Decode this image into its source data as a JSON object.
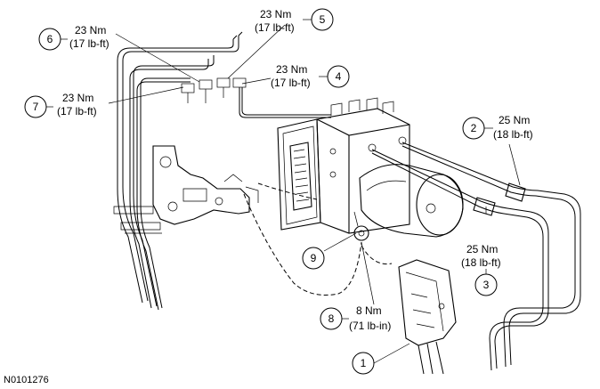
{
  "figure_id": "N0101276",
  "callouts": [
    {
      "number": "1"
    },
    {
      "number": "2",
      "torque_nm": "25 Nm",
      "torque_imperial": "(18 lb-ft)"
    },
    {
      "number": "3",
      "torque_nm": "25 Nm",
      "torque_imperial": "(18 lb-ft)"
    },
    {
      "number": "4",
      "torque_nm": "23 Nm",
      "torque_imperial": "(17 lb-ft)"
    },
    {
      "number": "5",
      "torque_nm": "23 Nm",
      "torque_imperial": "(17 lb-ft)"
    },
    {
      "number": "6",
      "torque_nm": "23 Nm",
      "torque_imperial": "(17 lb-ft)"
    },
    {
      "number": "7",
      "torque_nm": "23 Nm",
      "torque_imperial": "(17 lb-ft)"
    },
    {
      "number": "8",
      "torque_nm": "8 Nm",
      "torque_imperial": "(71 lb-in)"
    },
    {
      "number": "9"
    }
  ]
}
